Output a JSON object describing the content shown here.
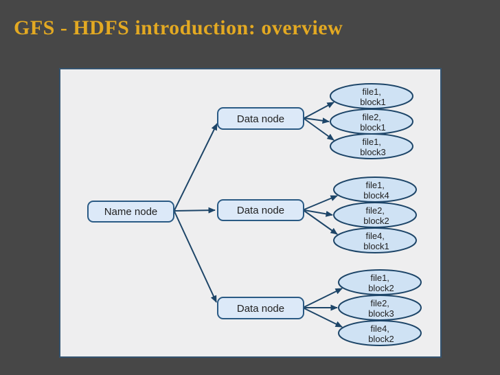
{
  "slide": {
    "title": "GFS - HDFS introduction: overview"
  },
  "colors": {
    "background": "#474747",
    "title_text": "#E3A922",
    "panel_background": "#EEEEEF",
    "panel_border": "#34536F",
    "node_fill": "#DCE9F8",
    "node_border": "#2A5A84",
    "replica_fill": "#CFE2F4",
    "connector": "#1D4568",
    "diagram_text": "#1F1F1F"
  },
  "diagram": {
    "name_node": {
      "label": "Name node"
    },
    "groups": [
      {
        "data_node": "Data node",
        "replicas": [
          {
            "line1": "file1,",
            "line2": "block1"
          },
          {
            "line1": "file2,",
            "line2": "block1"
          },
          {
            "line1": "file1,",
            "line2": "block3"
          }
        ]
      },
      {
        "data_node": "Data node",
        "replicas": [
          {
            "line1": "file1,",
            "line2": "block4"
          },
          {
            "line1": "file2,",
            "line2": "block2"
          },
          {
            "line1": "file4,",
            "line2": "block1"
          }
        ]
      },
      {
        "data_node": "Data node",
        "replicas": [
          {
            "line1": "file1,",
            "line2": "block2"
          },
          {
            "line1": "file2,",
            "line2": "block3"
          },
          {
            "line1": "file4,",
            "line2": "block2"
          }
        ]
      }
    ]
  }
}
